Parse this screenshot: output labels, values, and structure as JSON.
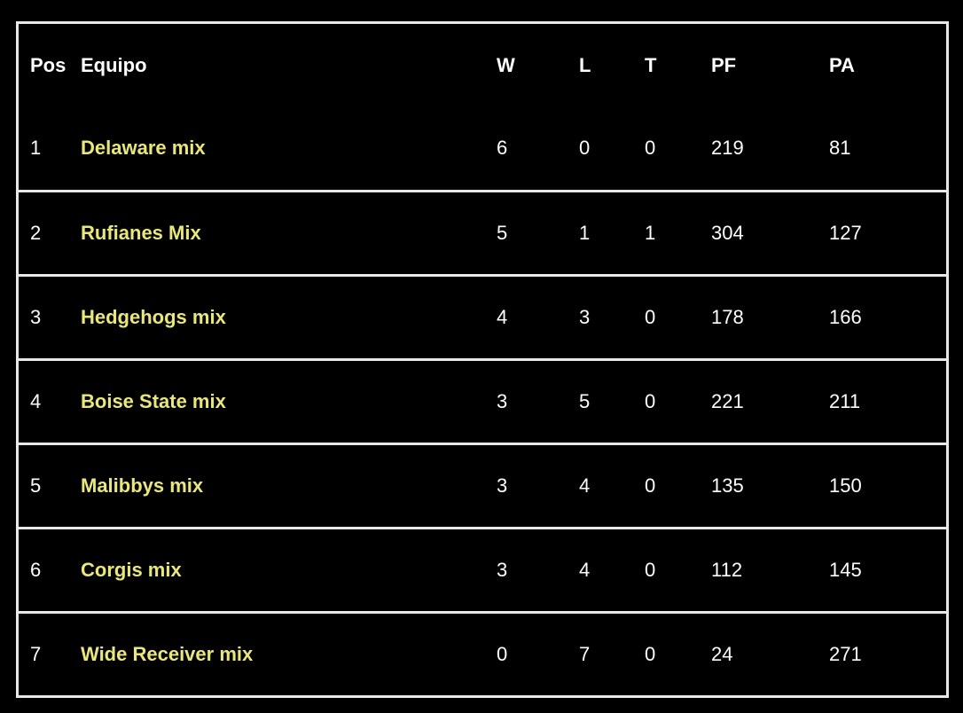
{
  "headers": {
    "pos": "Pos",
    "team": "Equipo",
    "w": "W",
    "l": "L",
    "t": "T",
    "pf": "PF",
    "pa": "PA"
  },
  "rows": [
    {
      "pos": "1",
      "team": "Delaware mix",
      "w": "6",
      "l": "0",
      "t": "0",
      "pf": "219",
      "pa": "81"
    },
    {
      "pos": "2",
      "team": "Rufianes Mix",
      "w": "5",
      "l": "1",
      "t": "1",
      "pf": "304",
      "pa": "127"
    },
    {
      "pos": "3",
      "team": "Hedgehogs mix",
      "w": "4",
      "l": "3",
      "t": "0",
      "pf": "178",
      "pa": "166"
    },
    {
      "pos": "4",
      "team": "Boise State mix",
      "w": "3",
      "l": "5",
      "t": "0",
      "pf": "221",
      "pa": "211"
    },
    {
      "pos": "5",
      "team": "Malibbys mix",
      "w": "3",
      "l": "4",
      "t": "0",
      "pf": "135",
      "pa": "150"
    },
    {
      "pos": "6",
      "team": "Corgis mix",
      "w": "3",
      "l": "4",
      "t": "0",
      "pf": "112",
      "pa": "145"
    },
    {
      "pos": "7",
      "team": "Wide Receiver mix",
      "w": "0",
      "l": "7",
      "t": "0",
      "pf": "24",
      "pa": "271"
    }
  ]
}
